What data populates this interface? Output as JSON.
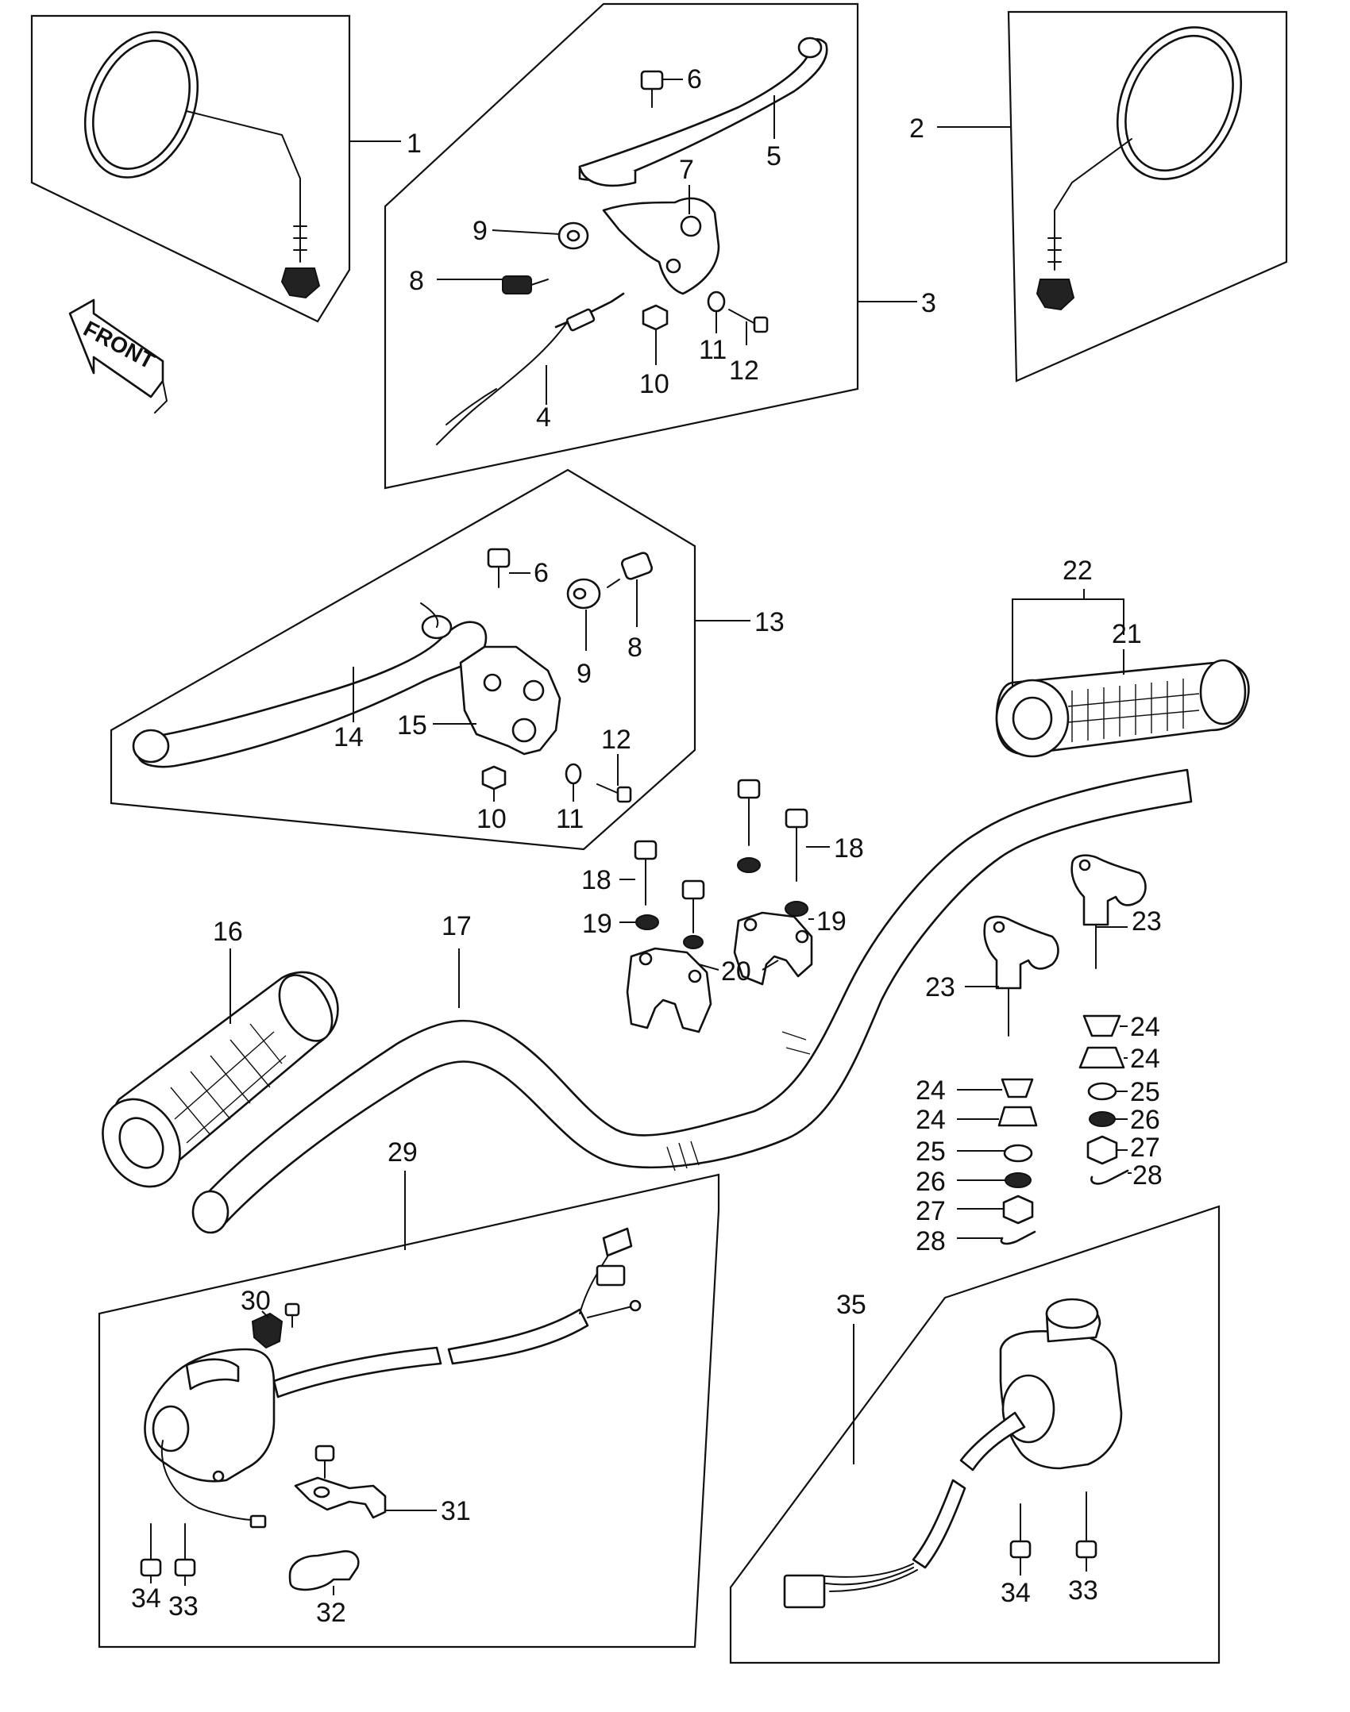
{
  "front_label": "FRONT",
  "callouts": {
    "c1": "1",
    "c2": "2",
    "c3": "3",
    "c4": "4",
    "c5": "5",
    "c6a": "6",
    "c7": "7",
    "c8a": "8",
    "c9a": "9",
    "c10a": "10",
    "c11a": "11",
    "c12a": "12",
    "c6b": "6",
    "c8b": "8",
    "c9b": "9",
    "c10b": "10",
    "c11b": "11",
    "c12b": "12",
    "c13": "13",
    "c14": "14",
    "c15": "15",
    "c16": "16",
    "c17": "17",
    "c18a": "18",
    "c18b": "18",
    "c19a": "19",
    "c19b": "19",
    "c20": "20",
    "c21": "21",
    "c22": "22",
    "c23a": "23",
    "c23b": "23",
    "c24a": "24",
    "c24b": "24",
    "c24c": "24",
    "c24d": "24",
    "c25a": "25",
    "c25b": "25",
    "c26a": "26",
    "c26b": "26",
    "c27a": "27",
    "c27b": "27",
    "c28a": "28",
    "c28b": "28",
    "c29": "29",
    "c30": "30",
    "c31": "31",
    "c32": "32",
    "c33a": "33",
    "c34a": "34",
    "c35": "35",
    "c33b": "33",
    "c34b": "34"
  }
}
